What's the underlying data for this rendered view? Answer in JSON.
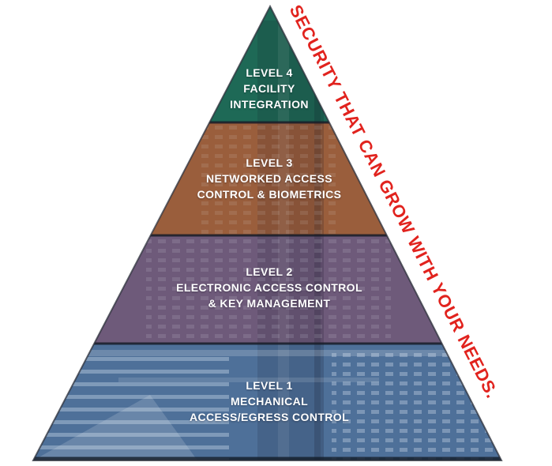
{
  "tagline": {
    "text": "SECURITY THAT CAN GROW WITH YOUR NEEDS.",
    "color": "#e1231e"
  },
  "pyramid": {
    "levels": [
      {
        "id": "level-4",
        "color": "#1e6956",
        "lines": [
          "LEVEL 4",
          "FACILITY",
          "INTEGRATION"
        ]
      },
      {
        "id": "level-3",
        "color": "#9a5e3c",
        "lines": [
          "LEVEL 3",
          "NETWORKED ACCESS",
          "CONTROL & BIOMETRICS"
        ]
      },
      {
        "id": "level-2",
        "color": "#6e5a7a",
        "lines": [
          "LEVEL 2",
          "ELECTRONIC ACCESS CONTROL",
          "& KEY MANAGEMENT"
        ]
      },
      {
        "id": "level-1",
        "color": "#4e7099",
        "lines": [
          "LEVEL 1",
          "MECHANICAL",
          "ACCESS/EGRESS CONTROL"
        ]
      }
    ]
  }
}
